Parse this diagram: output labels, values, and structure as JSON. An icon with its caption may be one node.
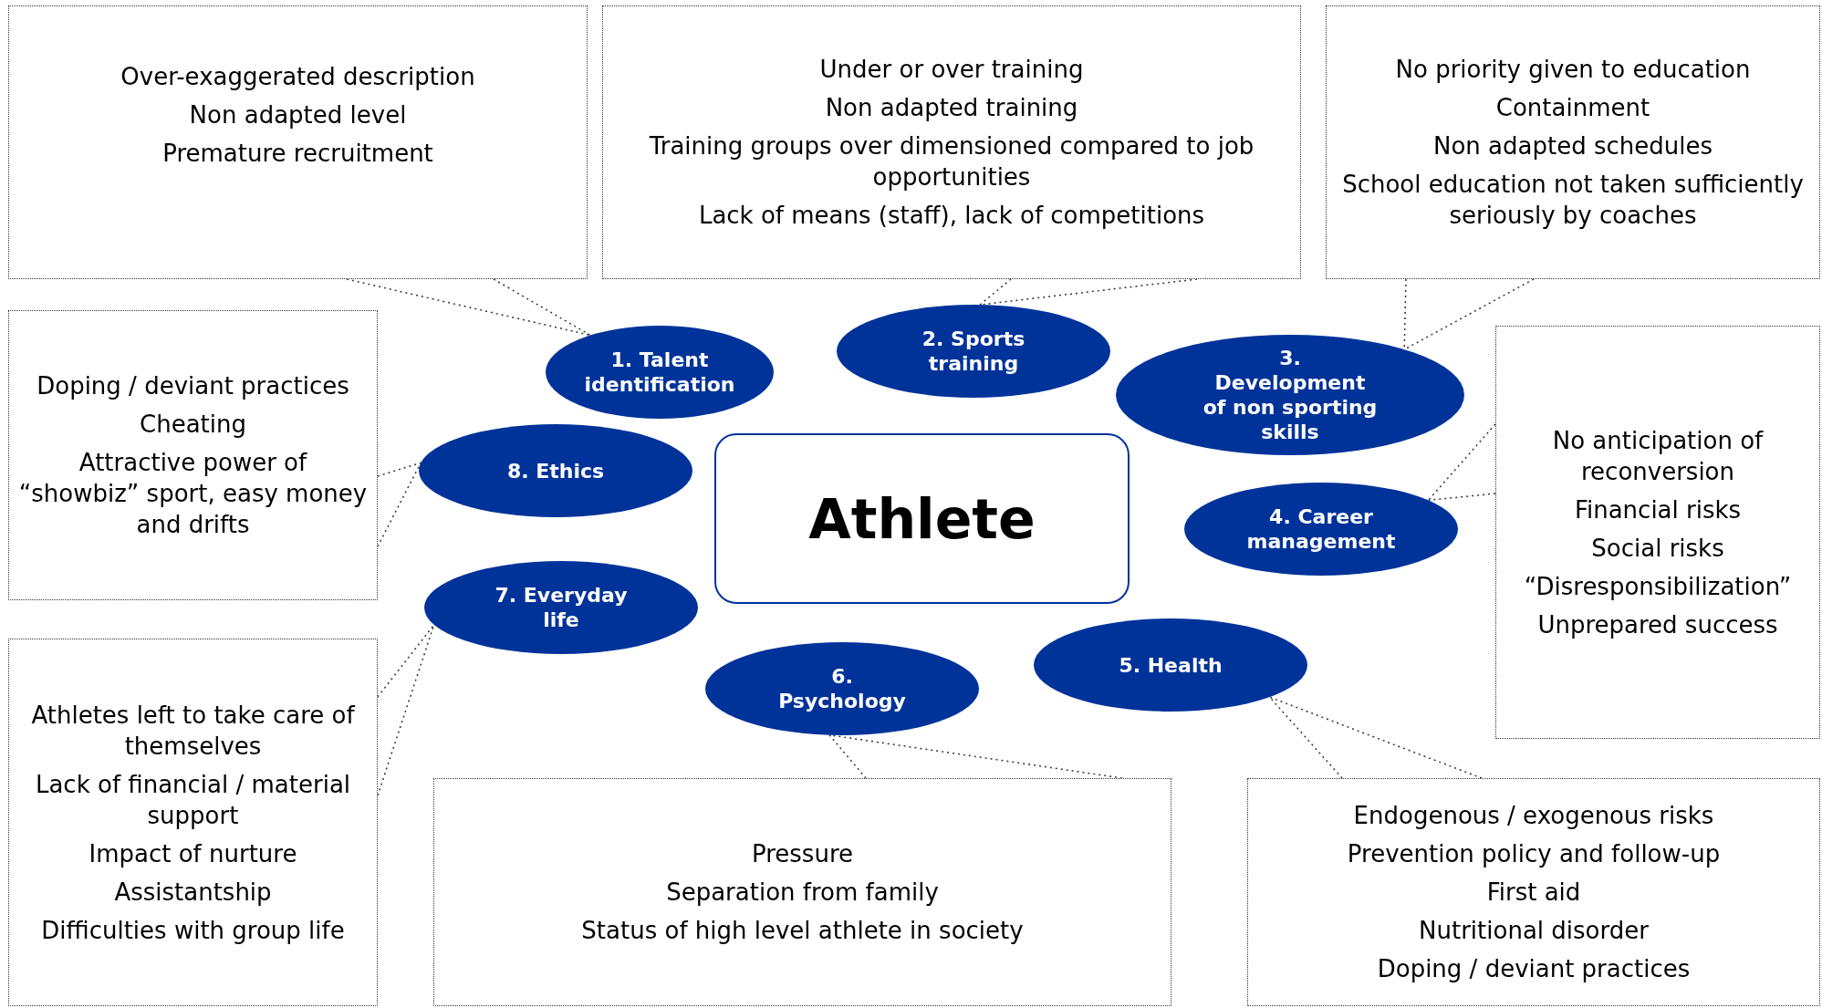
{
  "diagram": {
    "nodes": [
      {
        "text": [
          "Over-exaggerated description",
          "Non adapted level",
          "Premature recruitment"
        ]
      },
      {
        "text": [
          "Under or over training",
          "Non adapted training",
          "Training groups over dimensioned compared to job opportunities",
          "Lack of means (staff), lack of competitions"
        ]
      },
      {
        "text": [
          "No priority given to education",
          "Containment",
          "Non adapted schedules",
          "School education not taken sufficiently seriously by coaches"
        ]
      },
      {
        "text": [
          "1. Talent identification"
        ]
      },
      {
        "text": [
          "2. Sports training"
        ]
      },
      {
        "text": [
          "3. Development of non sporting skills"
        ]
      },
      {
        "text": [
          "Doping / deviant practices",
          "Cheating",
          "Attractive power of “showbiz” sport, easy money and drifts"
        ]
      },
      {
        "text": [
          "No anticipation of reconversion",
          "Financial risks",
          "Social risks",
          "“Disresponsibilization”",
          "Unprepared success"
        ]
      },
      {
        "text": [
          "8. Ethics"
        ]
      },
      {
        "text": [
          "Athlete"
        ]
      },
      {
        "text": [
          "4. Career management"
        ]
      },
      {
        "text": [
          "7. Everyday life"
        ]
      },
      {
        "text": [
          "6. Psychology"
        ]
      },
      {
        "text": [
          "5. Health"
        ]
      },
      {
        "text": [
          "Athletes left to take care of themselves",
          "Lack of financial / material support",
          "Impact of nurture",
          "Assistantship",
          "Difficulties with group life"
        ]
      },
      {
        "text": [
          "Pressure",
          "Separation from family",
          "Status of high level athlete in society"
        ]
      },
      {
        "text": [
          "Endogenous / exogenous risks",
          "Prevention policy and follow-up",
          "First aid",
          "Nutritional disorder",
          "Doping / deviant practices"
        ]
      }
    ],
    "edges": [
      {
        "from": 0,
        "to": 3,
        "arrow": "none"
      },
      {
        "from": 1,
        "to": 4,
        "arrow": "none"
      },
      {
        "from": 2,
        "to": 5,
        "arrow": "none"
      },
      {
        "from": 7,
        "to": 10,
        "arrow": "none"
      },
      {
        "from": 16,
        "to": 13,
        "arrow": "none"
      },
      {
        "from": 15,
        "to": 12,
        "arrow": "none"
      },
      {
        "from": 14,
        "to": 11,
        "arrow": "none"
      },
      {
        "from": 6,
        "to": 8,
        "arrow": "none"
      }
    ]
  }
}
